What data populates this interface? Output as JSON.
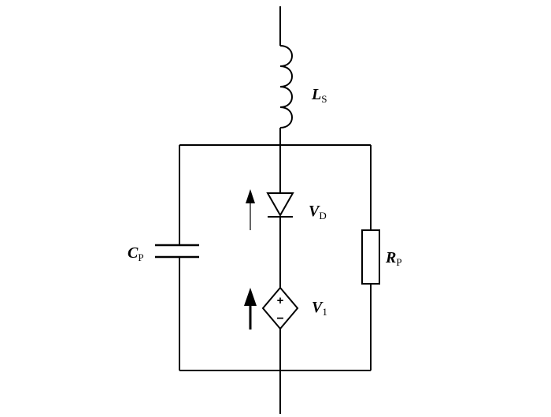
{
  "components": {
    "inductor": {
      "symbol": "L",
      "subscript": "S"
    },
    "diode": {
      "symbol": "V",
      "subscript": "D"
    },
    "capacitor": {
      "symbol": "C",
      "subscript": "P"
    },
    "resistor": {
      "symbol": "R",
      "subscript": "P"
    },
    "dependent_source": {
      "symbol": "V",
      "subscript": "1",
      "plus": "+",
      "minus": "−"
    }
  }
}
